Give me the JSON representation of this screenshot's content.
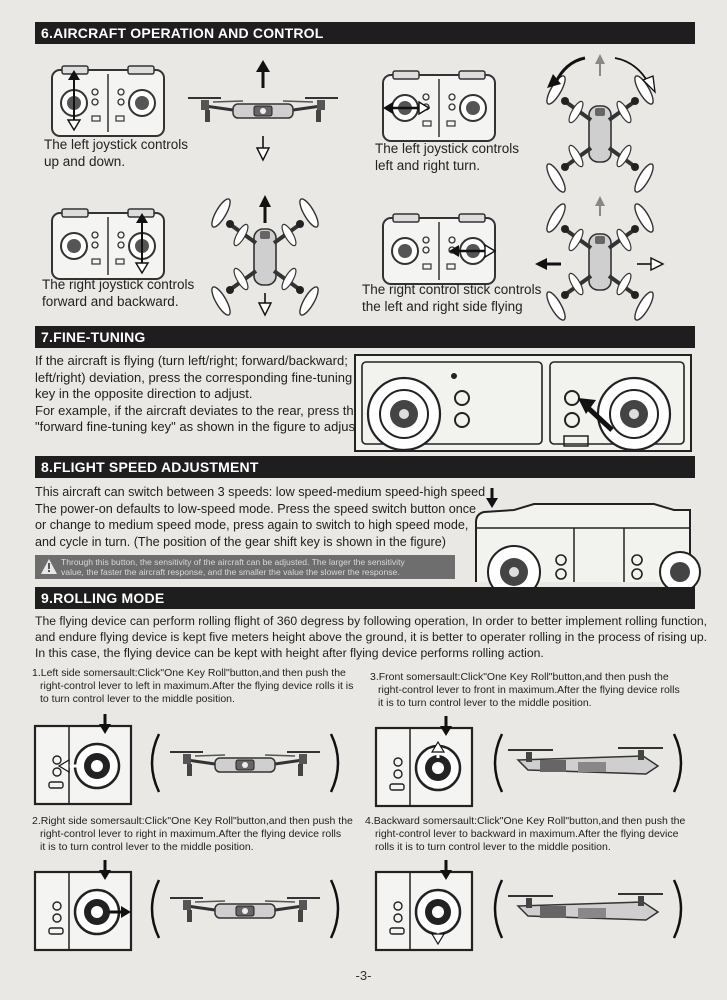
{
  "sections": {
    "s6": {
      "title": "6.AIRCRAFT OPERATION AND CONTROL"
    },
    "s7": {
      "title": "7.FINE-TUNING"
    },
    "s8": {
      "title": "8.FLIGHT SPEED ADJUSTMENT"
    },
    "s9": {
      "title": "9.ROLLING MODE"
    }
  },
  "controls": {
    "left_up_down": [
      "The left joystick controls",
      "up and down."
    ],
    "left_turn": [
      "The left joystick controls",
      "left and right turn."
    ],
    "right_fwd_back": [
      "The right joystick controls",
      "forward and backward."
    ],
    "right_side": [
      "The right control stick controls",
      "the left and right side flying"
    ]
  },
  "fine_tuning": {
    "lines": [
      "If the aircraft is flying (turn left/right; forward/backward;",
      "left/right) deviation, press the corresponding fine-tuning",
      "key in the opposite direction to adjust.",
      "For example, if the aircraft deviates to the rear, press the",
      "\"forward fine-tuning key\" as shown in the figure to adjust."
    ]
  },
  "speed": {
    "lines": [
      "This aircraft can switch between 3 speeds: low speed-medium speed-high speed",
      "The power-on defaults to low-speed mode. Press the speed switch button once",
      "or change to medium speed mode, press again to switch to high speed mode,",
      "and cycle in turn. (The position of the gear shift key is shown in the figure)"
    ],
    "warning": [
      "Through this button, the sensitivity of the aircraft can be adjusted. The larger the sensitivity",
      "value, the faster the aircraft response, and the smaller the value the slower the response."
    ]
  },
  "rolling": {
    "intro": [
      "The flying device can perform rolling flight of 360 degress by following operation, In order to better implement rolling function,",
      "and endure flying device is kept five meters height above the ground, it is better to operater rolling in the process of rising up.",
      "In this case, the flying device can be kept with height after flying device performs rolling action."
    ],
    "step1": [
      "1.Left side somersault:Click\"One Key Roll\"button,and then push the",
      "right-control lever to left in maximum.After the flying device rolls it is",
      "to turn control lever to the middle position."
    ],
    "step2": [
      "2.Right side somersault:Click\"One Key Roll\"button,and then push the",
      "right-control lever to right in maximum.After the flying device rolls",
      "it is to turn control lever to the middle position."
    ],
    "step3": [
      "3.Front somersault:Click\"One Key Roll\"button,and then push the",
      "right-control lever to front in maximum.After the flying device rolls",
      "it is to turn control lever to the middle position."
    ],
    "step4": [
      "4.Backward somersault:Click\"One Key Roll\"button,and then push the",
      "right-control lever to backward in maximum.After the flying device",
      "rolls it is to turn control lever to the middle position."
    ]
  },
  "page": {
    "number": "-3-"
  }
}
